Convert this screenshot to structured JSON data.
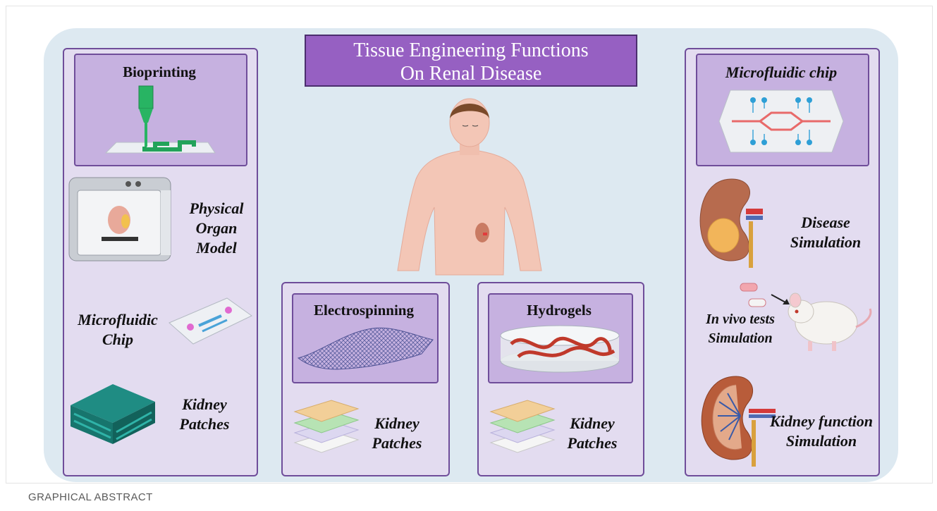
{
  "title": {
    "line1": "Tissue Engineering Functions",
    "line2": "On Renal Disease"
  },
  "left_panel": {
    "header": "Bioprinting",
    "items": [
      {
        "line1": "Physical",
        "line2": "Organ",
        "line3": "Model"
      },
      {
        "line1": "Microfluidic",
        "line2": "Chip"
      },
      {
        "line1": "Kidney",
        "line2": "Patches"
      }
    ]
  },
  "center_left_panel": {
    "header": "Electrospinning",
    "patch_line1": "Kidney",
    "patch_line2": "Patches"
  },
  "center_right_panel": {
    "header": "Hydrogels",
    "patch_line1": "Kidney",
    "patch_line2": "Patches"
  },
  "right_panel": {
    "header": "Microfluidic chip",
    "items": [
      {
        "line1": "Disease",
        "line2": "Simulation"
      },
      {
        "line1": "In vivo tests",
        "line2": "Simulation"
      },
      {
        "line1": "Kidney function",
        "line2": "Simulation"
      }
    ]
  },
  "caption": "GRAPHICAL ABSTRACT",
  "colors": {
    "panel_border": "#6f4d9a",
    "title_bg": "#9660c2",
    "background": "#dde9f1"
  }
}
